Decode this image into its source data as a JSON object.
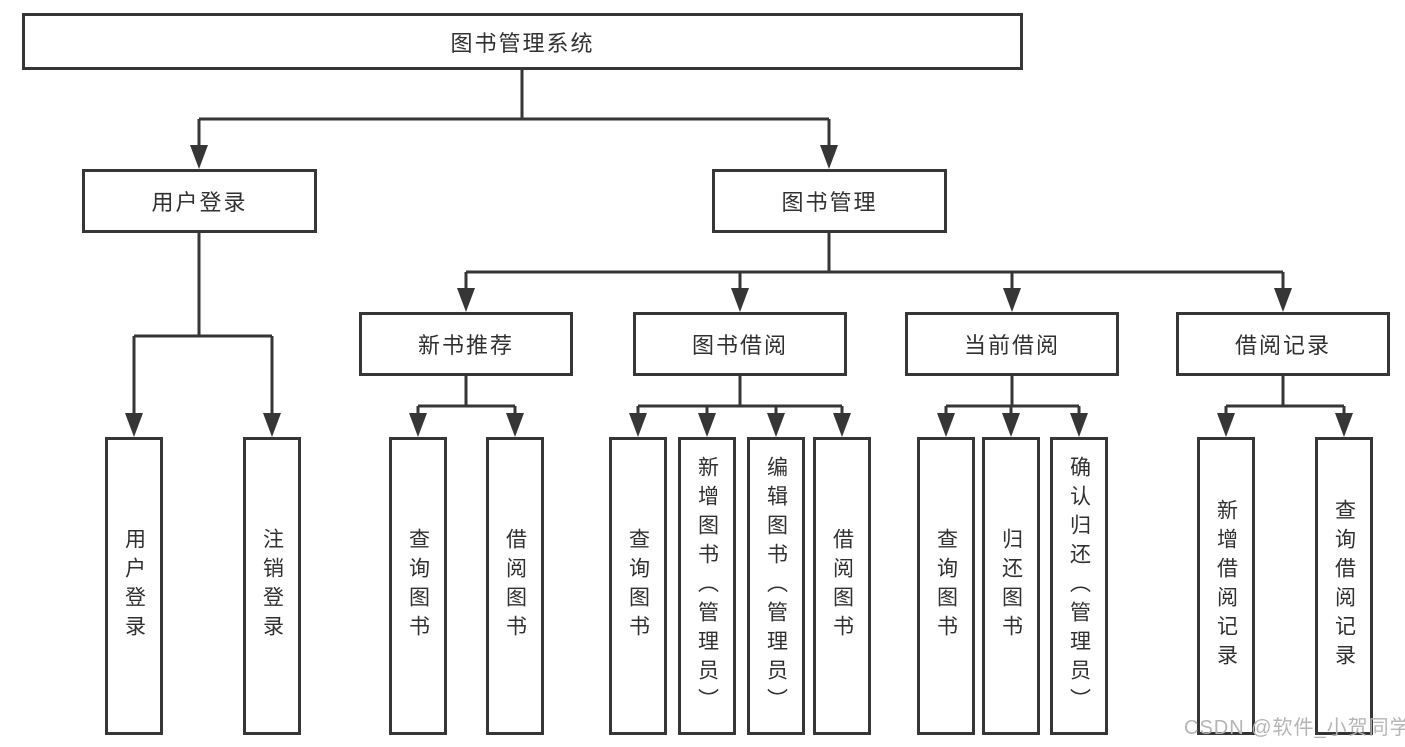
{
  "colors": {
    "line": "#363636",
    "text": "#303030",
    "watermark": "#b5b5b5",
    "bg": "#ffffff"
  },
  "watermark": "CSDN @软件_小贺同学",
  "nodes": {
    "root": "图书管理系统",
    "userLogin": "用户登录",
    "bookManagement": "图书管理",
    "userLoginLeaf": "用户登录",
    "logoutLeaf": "注销登录",
    "newBookRecommend": "新书推荐",
    "bookBorrowing": "图书借阅",
    "currentBorrowing": "当前借阅",
    "borrowingRecords": "借阅记录",
    "queryBooksRecommend": "查询图书",
    "borrowBooksRecommend": "借阅图书",
    "queryBooksBorrowing": "查询图书",
    "addBooksAdmin": "新增图书（管理员）",
    "editBooksAdmin": "编辑图书（管理员）",
    "borrowBooksBorrowing": "借阅图书",
    "queryBooksCurrent": "查询图书",
    "returnBooks": "归还图书",
    "confirmReturnAdmin": "确认归还（管理员）",
    "addBorrowRecord": "新增借阅记录",
    "queryBorrowRecord": "查询借阅记录"
  }
}
